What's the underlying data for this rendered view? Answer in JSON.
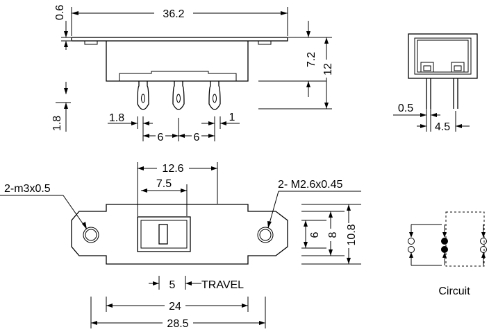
{
  "labels": {
    "dim_36_2": "36.2",
    "dim_0_6": "0.6",
    "dim_7_2": "7.2",
    "dim_12": "12",
    "dim_1_8_left": "1.8",
    "dim_1_8_bottom": "1.8",
    "dim_1": "1",
    "dim_6_a": "6",
    "dim_6_b": "6",
    "dim_0_5": "0.5",
    "dim_4_5": "4.5",
    "dim_12_6": "12.6",
    "dim_7_5": "7.5",
    "hole_left": "2-m3x0.5",
    "hole_right": "2- M2.6x0.45",
    "dim_6_v": "6",
    "dim_8_v": "8",
    "dim_10_8_v": "10.8",
    "dim_5": "5",
    "travel": "TRAVEL",
    "dim_24": "24",
    "dim_28_5": "28.5",
    "circuit": "Circuit"
  }
}
